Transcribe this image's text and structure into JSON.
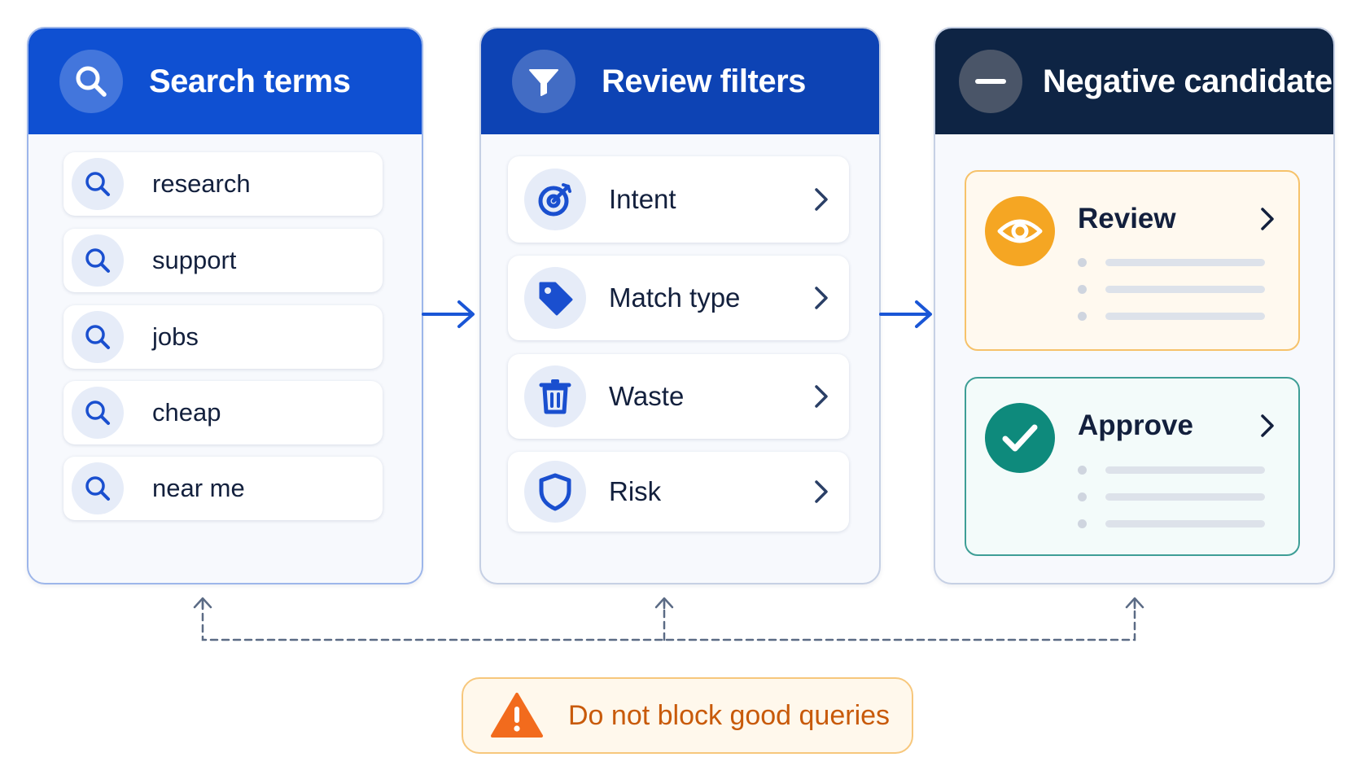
{
  "colors": {
    "primary_blue": "#0f50d2",
    "navy": "#0e2444",
    "review_orange": "#f5a623",
    "approve_teal": "#0e8a7c",
    "warning_orange": "#f26b1d"
  },
  "panels": {
    "search_terms": {
      "title": "Search terms",
      "icon": "search-icon",
      "items": [
        {
          "label": "research",
          "icon": "search-icon"
        },
        {
          "label": "support",
          "icon": "search-icon"
        },
        {
          "label": "jobs",
          "icon": "search-icon"
        },
        {
          "label": "cheap",
          "icon": "search-icon"
        },
        {
          "label": "near me",
          "icon": "search-icon"
        }
      ]
    },
    "review_filters": {
      "title": "Review filters",
      "icon": "funnel-icon",
      "items": [
        {
          "label": "Intent",
          "icon": "target-icon"
        },
        {
          "label": "Match type",
          "icon": "tag-icon"
        },
        {
          "label": "Waste",
          "icon": "trash-icon"
        },
        {
          "label": "Risk",
          "icon": "shield-icon"
        }
      ]
    },
    "negative_candidates": {
      "title": "Negative candidates",
      "icon": "minus-icon",
      "cards": [
        {
          "label": "Review",
          "icon": "eye-icon"
        },
        {
          "label": "Approve",
          "icon": "check-icon"
        }
      ]
    }
  },
  "warning": {
    "text": "Do not block good queries",
    "icon": "warning-icon"
  }
}
